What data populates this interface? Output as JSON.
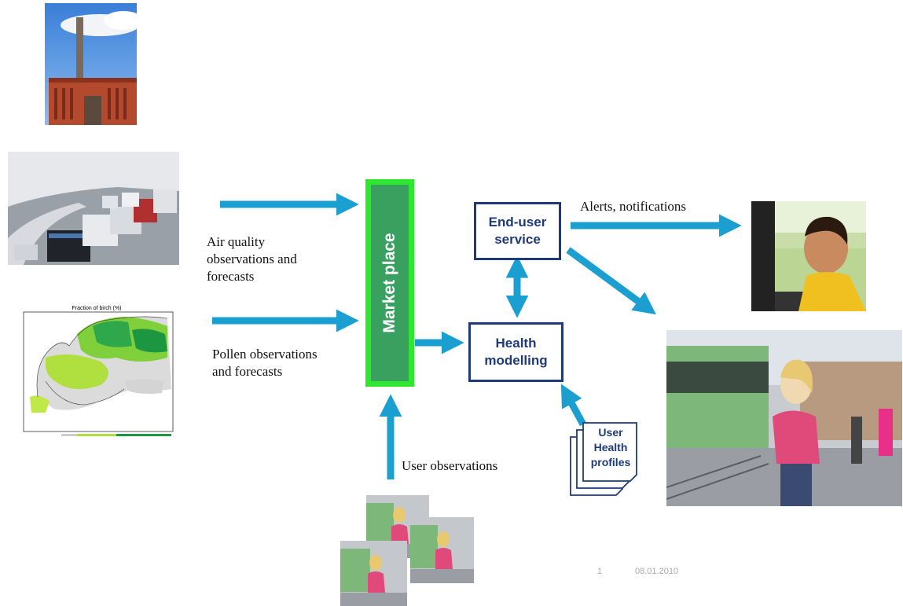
{
  "nodes": {
    "market_place": "Market place",
    "end_user_service": [
      "End-user",
      "service"
    ],
    "health_modelling": [
      "Health",
      "modelling"
    ],
    "user_health_profiles": [
      "User",
      "Health",
      "profiles"
    ]
  },
  "labels": {
    "air_quality": [
      "Air quality",
      "observations and",
      "forecasts"
    ],
    "pollen": [
      "Pollen observations",
      "and forecasts"
    ],
    "user_observations": "User observations",
    "alerts": "Alerts, notifications"
  },
  "map": {
    "title": "Fraction of birch (%)"
  },
  "footer": {
    "page_number": "1",
    "date": "08.01.2010"
  },
  "colors": {
    "arrow": "#1a9fd0",
    "market_green": "#3aa060",
    "market_border": "#2ee82e",
    "box_border": "#1f3a7a"
  }
}
